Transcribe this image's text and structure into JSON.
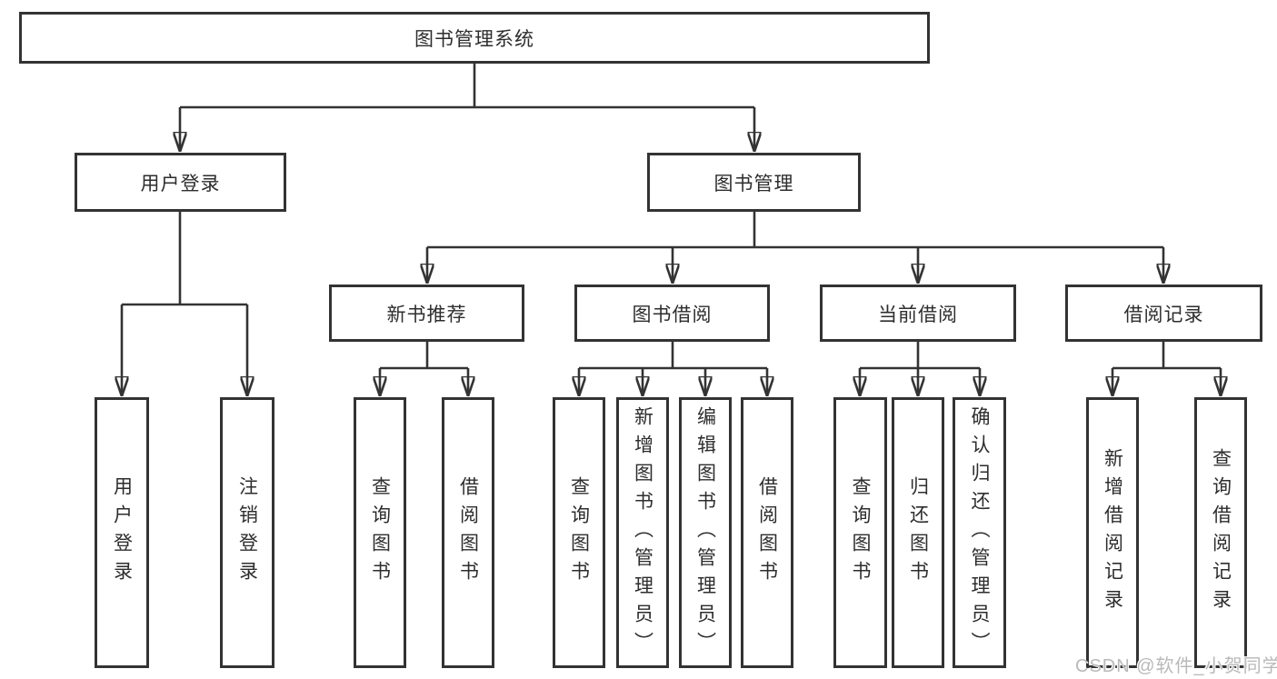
{
  "colors": {
    "line": "#333333",
    "text": "#2d2d2d",
    "box-bg": "#ffffff",
    "watermark": "#b9b9b9"
  },
  "diagram": {
    "root": "图书管理系统",
    "level2": {
      "login": "用户登录",
      "manage": "图书管理"
    },
    "level3": {
      "recommend": "新书推荐",
      "borrow": "图书借阅",
      "current": "当前借阅",
      "records": "借阅记录"
    },
    "leaves": {
      "login": [
        "用户登录",
        "注销登录"
      ],
      "recommend": [
        "查询图书",
        "借阅图书"
      ],
      "borrow": [
        "查询图书",
        "新增图书（管理员）",
        "编辑图书（管理员）",
        "借阅图书"
      ],
      "current": [
        "查询图书",
        "归还图书",
        "确认归还（管理员）"
      ],
      "records": [
        "新增借阅记录",
        "查询借阅记录"
      ]
    }
  },
  "watermark": {
    "text": "CSDN @软件_小贺同学"
  }
}
